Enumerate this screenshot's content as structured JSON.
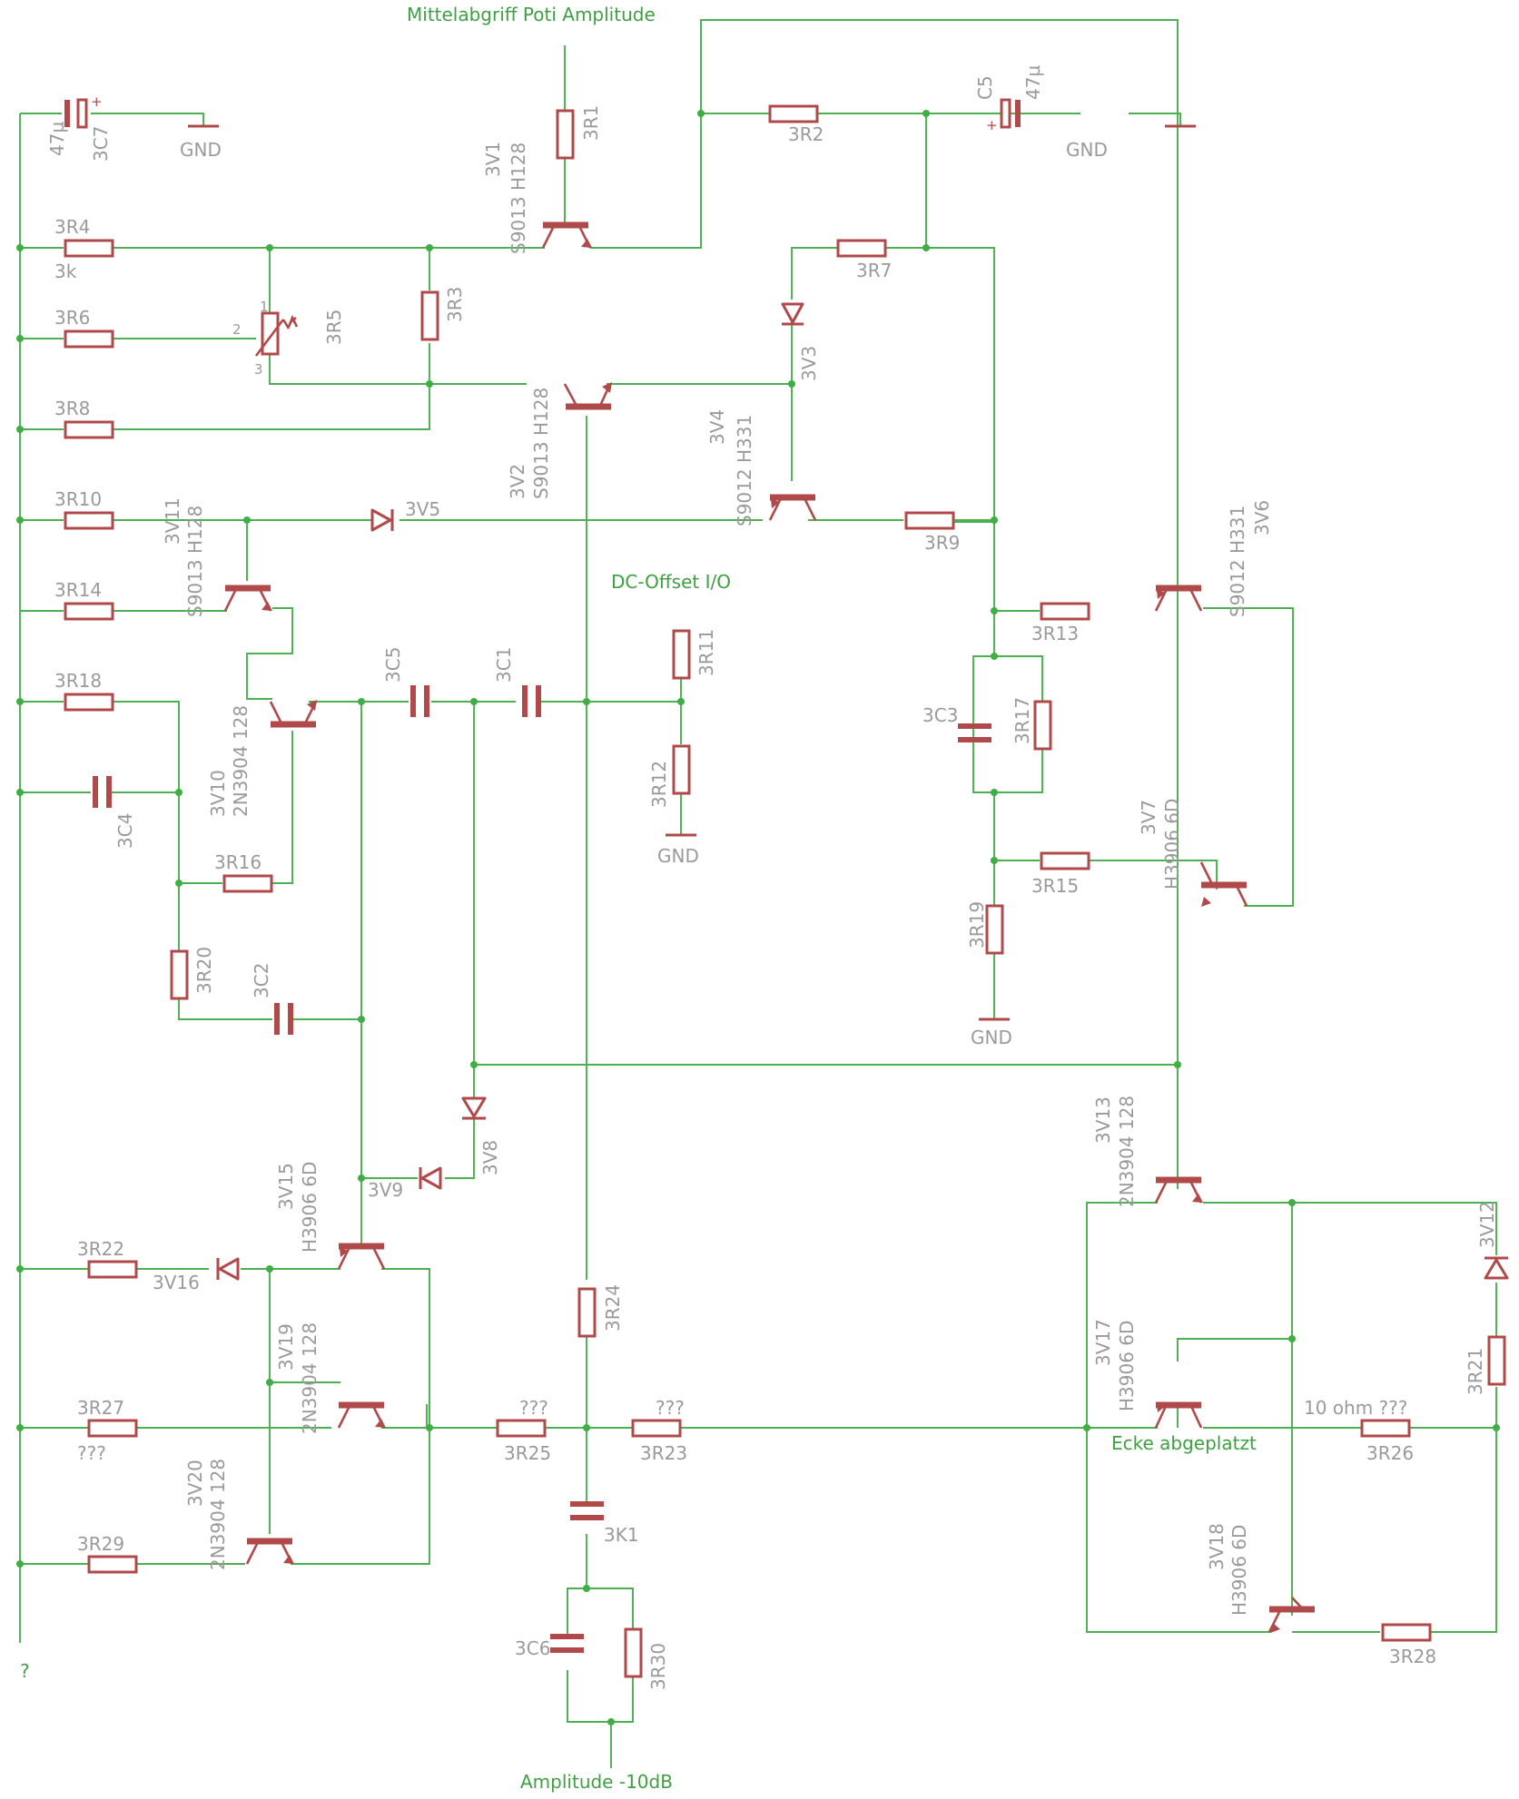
{
  "nets": {
    "top_input": "Mittelabgriff Poti Amplitude",
    "dc_offset": "DC-Offset I/O",
    "bottom_output": "Amplitude -10dB",
    "note_corner": "Ecke abgeplatzt",
    "left_unknown": "?"
  },
  "gnd_label": "GND",
  "components": {
    "3R1": {
      "name": "3R1"
    },
    "3R2": {
      "name": "3R2"
    },
    "3R3": {
      "name": "3R3"
    },
    "3R4": {
      "name": "3R4",
      "value": "3k"
    },
    "3R5": {
      "name": "3R5",
      "pin1": "1",
      "pin2": "2",
      "pin3": "3"
    },
    "3R6": {
      "name": "3R6"
    },
    "3R7": {
      "name": "3R7"
    },
    "3R8": {
      "name": "3R8"
    },
    "3R9": {
      "name": "3R9"
    },
    "3R10": {
      "name": "3R10"
    },
    "3R11": {
      "name": "3R11"
    },
    "3R12": {
      "name": "3R12"
    },
    "3R13": {
      "name": "3R13"
    },
    "3R14": {
      "name": "3R14"
    },
    "3R15": {
      "name": "3R15"
    },
    "3R16": {
      "name": "3R16"
    },
    "3R17": {
      "name": "3R17"
    },
    "3R18": {
      "name": "3R18"
    },
    "3R19": {
      "name": "3R19"
    },
    "3R20": {
      "name": "3R20"
    },
    "3R21": {
      "name": "3R21"
    },
    "3R22": {
      "name": "3R22"
    },
    "3R23": {
      "name": "3R23",
      "value": "???"
    },
    "3R24": {
      "name": "3R24"
    },
    "3R25": {
      "name": "3R25",
      "value": "???"
    },
    "3R26": {
      "name": "3R26",
      "value": "10 ohm ???"
    },
    "3R27": {
      "name": "3R27",
      "value": "???"
    },
    "3R28": {
      "name": "3R28"
    },
    "3R29": {
      "name": "3R29"
    },
    "3R30": {
      "name": "3R30"
    },
    "3C1": {
      "name": "3C1"
    },
    "3C2": {
      "name": "3C2"
    },
    "3C3": {
      "name": "3C3"
    },
    "3C4": {
      "name": "3C4"
    },
    "3C5b": {
      "name": "3C5"
    },
    "3C6": {
      "name": "3C6"
    },
    "3C7": {
      "name": "3C7",
      "value": "47µ"
    },
    "C5": {
      "name": "C5",
      "value": "47µ"
    },
    "3K1": {
      "name": "3K1"
    },
    "3V1": {
      "name": "3V1",
      "value": "S9013 H128"
    },
    "3V2": {
      "name": "3V2",
      "value": "S9013 H128"
    },
    "3V3": {
      "name": "3V3"
    },
    "3V4": {
      "name": "3V4",
      "value": "S9012 H331"
    },
    "3V5": {
      "name": "3V5"
    },
    "3V6": {
      "name": "3V6",
      "value": "S9012 H331"
    },
    "3V7": {
      "name": "3V7",
      "value": "H3906 6D"
    },
    "3V8": {
      "name": "3V8"
    },
    "3V9": {
      "name": "3V9"
    },
    "3V10": {
      "name": "3V10",
      "value": "2N3904 128"
    },
    "3V11": {
      "name": "3V11",
      "value": "S9013 H128"
    },
    "3V12": {
      "name": "3V12"
    },
    "3V13": {
      "name": "3V13",
      "value": "2N3904 128"
    },
    "3V15": {
      "name": "3V15",
      "value": "H3906 6D"
    },
    "3V16": {
      "name": "3V16"
    },
    "3V17": {
      "name": "3V17",
      "value": "H3906 6D"
    },
    "3V18": {
      "name": "3V18",
      "value": "H3906 6D"
    },
    "3V19": {
      "name": "3V19",
      "value": "2N3904 128"
    },
    "3V20": {
      "name": "3V20",
      "value": "2N3904 128"
    }
  },
  "colors": {
    "wire": "#4caf50",
    "part": "#b04a4a",
    "label": "#9a9a9a",
    "net_label": "#3ea043"
  }
}
